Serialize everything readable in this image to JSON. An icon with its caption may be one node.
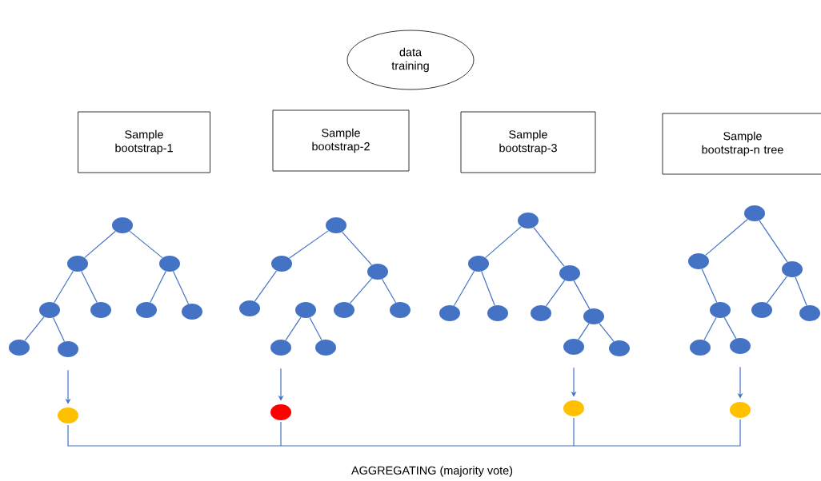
{
  "diagram": {
    "nodes": [
      {
        "text": [
          "data training"
        ]
      },
      {
        "text": [
          "Sample bootstrap-1"
        ]
      },
      {
        "text": [
          "Sample bootstrap-2"
        ]
      },
      {
        "text": [
          "Sample bootstrap-3"
        ]
      },
      {
        "text": [
          "Sample bootstrap-n tree"
        ]
      },
      {
        "text": [],
        "shape": "circle"
      },
      {
        "text": [],
        "shape": "circle"
      },
      {
        "text": [],
        "shape": "circle"
      },
      {
        "text": [],
        "shape": "circle"
      },
      {
        "text": [],
        "shape": "circle"
      },
      {
        "text": [],
        "shape": "circle"
      },
      {
        "text": [],
        "shape": "circle"
      },
      {
        "text": [],
        "shape": "circle"
      },
      {
        "text": [],
        "shape": "circle"
      },
      {
        "text": [],
        "shape": "circle"
      },
      {
        "text": [],
        "shape": "circle"
      },
      {
        "text": [],
        "shape": "circle"
      },
      {
        "text": [],
        "shape": "circle"
      },
      {
        "text": [],
        "shape": "circle"
      },
      {
        "text": [],
        "shape": "circle"
      },
      {
        "text": [],
        "shape": "circle"
      },
      {
        "text": [],
        "shape": "circle"
      },
      {
        "text": [],
        "shape": "circle"
      },
      {
        "text": [],
        "shape": "circle"
      },
      {
        "text": [],
        "shape": "circle"
      },
      {
        "text": [],
        "shape": "circle"
      },
      {
        "text": [],
        "shape": "circle"
      },
      {
        "text": [],
        "shape": "circle"
      },
      {
        "text": [],
        "shape": "circle"
      },
      {
        "text": [],
        "shape": "circle"
      },
      {
        "text": [],
        "shape": "circle"
      },
      {
        "text": [],
        "shape": "circle"
      },
      {
        "text": [],
        "shape": "circle"
      },
      {
        "text": [],
        "shape": "circle"
      },
      {
        "text": [],
        "shape": "circle"
      },
      {
        "text": [],
        "shape": "circle"
      },
      {
        "text": [],
        "shape": "circle"
      },
      {
        "text": [],
        "shape": "circle"
      },
      {
        "text": [],
        "shape": "circle"
      },
      {
        "text": [],
        "shape": "circle"
      },
      {
        "text": [],
        "shape": "circle"
      },
      {
        "text": [],
        "shape": "circle"
      },
      {
        "text": [],
        "shape": "circle"
      },
      {
        "text": [],
        "shape": "circle"
      }
    ],
    "edges": [
      {
        "from": 5,
        "to": 6,
        "arrow": "none"
      },
      {
        "from": 5,
        "to": 7,
        "arrow": "none"
      },
      {
        "from": 6,
        "to": 8,
        "arrow": "none"
      },
      {
        "from": 6,
        "to": 9,
        "arrow": "none"
      },
      {
        "from": 7,
        "to": 10,
        "arrow": "none"
      },
      {
        "from": 7,
        "to": 11,
        "arrow": "none"
      },
      {
        "from": 8,
        "to": 12,
        "arrow": "none"
      },
      {
        "from": 8,
        "to": 13,
        "arrow": "none"
      },
      {
        "from": 14,
        "to": 15,
        "arrow": "none"
      },
      {
        "from": 14,
        "to": 16,
        "arrow": "none"
      },
      {
        "from": 15,
        "to": 17,
        "arrow": "none"
      },
      {
        "from": 16,
        "to": 19,
        "arrow": "none"
      },
      {
        "from": 16,
        "to": 20,
        "arrow": "none"
      },
      {
        "from": 18,
        "to": 21,
        "arrow": "none"
      },
      {
        "from": 18,
        "to": 22,
        "arrow": "none"
      },
      {
        "from": 23,
        "to": 24,
        "arrow": "none"
      },
      {
        "from": 23,
        "to": 25,
        "arrow": "none"
      },
      {
        "from": 24,
        "to": 26,
        "arrow": "none"
      },
      {
        "from": 24,
        "to": 27,
        "arrow": "none"
      },
      {
        "from": 25,
        "to": 28,
        "arrow": "none"
      },
      {
        "from": 25,
        "to": 29,
        "arrow": "none"
      },
      {
        "from": 29,
        "to": 30,
        "arrow": "none"
      },
      {
        "from": 29,
        "to": 31,
        "arrow": "none"
      },
      {
        "from": 32,
        "to": 33,
        "arrow": "none"
      },
      {
        "from": 32,
        "to": 34,
        "arrow": "none"
      },
      {
        "from": 33,
        "to": 35,
        "arrow": "none"
      },
      {
        "from": 34,
        "to": 36,
        "arrow": "none"
      },
      {
        "from": 34,
        "to": 37,
        "arrow": "none"
      },
      {
        "from": 35,
        "to": 38,
        "arrow": "none"
      },
      {
        "from": 35,
        "to": 39,
        "arrow": "none"
      },
      {
        "from": 13,
        "to": 40,
        "arrow": "to"
      },
      {
        "from": 21,
        "to": 41,
        "arrow": "to"
      },
      {
        "from": 30,
        "to": 42,
        "arrow": "to"
      },
      {
        "from": 39,
        "to": 43,
        "arrow": "to"
      }
    ],
    "labels": [
      "AGGREGATING (majority vote)"
    ]
  }
}
